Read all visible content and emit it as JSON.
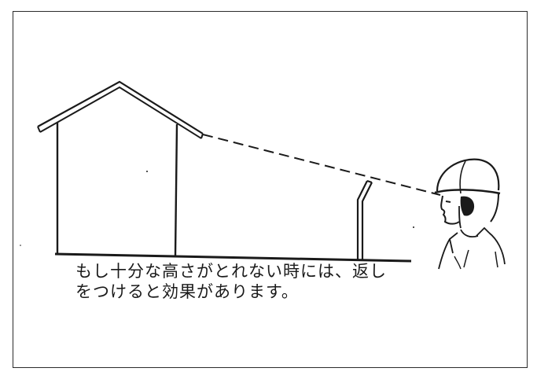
{
  "caption": {
    "line1": "もし十分な高さがとれない時には、返し",
    "line2": "をつけると効果があります。"
  },
  "colors": {
    "ink": "#1a1a1a",
    "paper": "#ffffff"
  },
  "icons": [
    "house-icon",
    "fence-with-return-icon",
    "helmet-person-icon",
    "sightline"
  ]
}
